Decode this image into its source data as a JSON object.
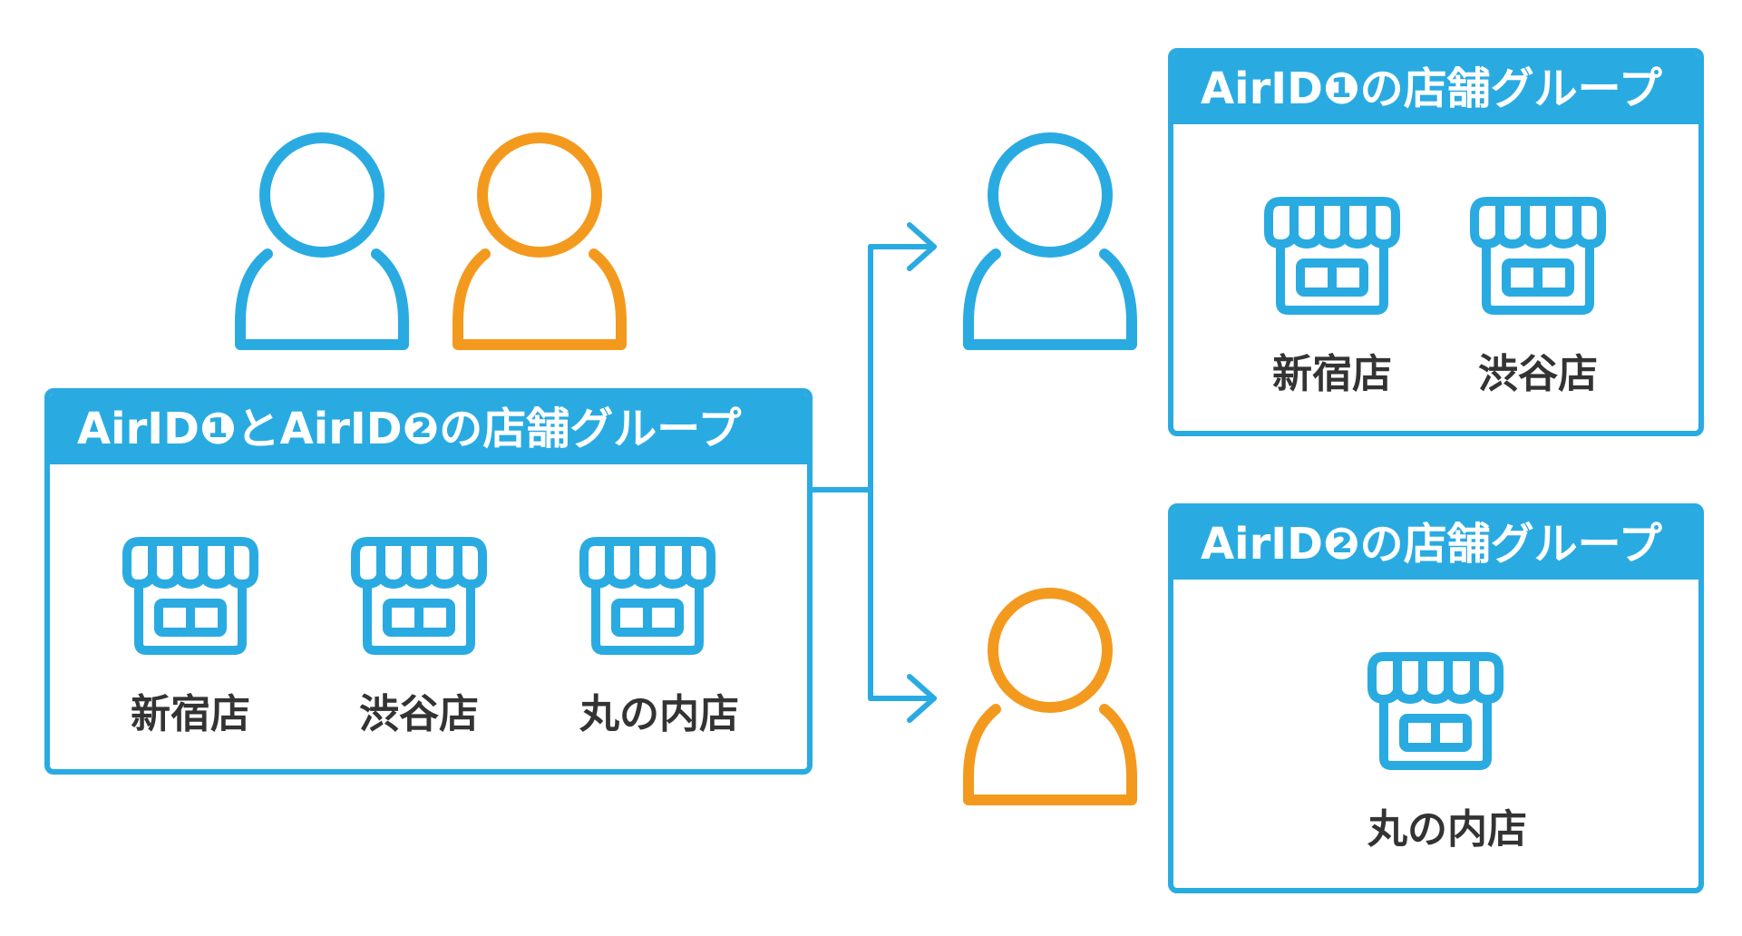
{
  "colors": {
    "id1": "#29abe2",
    "id2": "#f39a1e",
    "label_text": "#333333",
    "header_text": "#ffffff"
  },
  "combined_group": {
    "title": "AirID❶とAirID❷の店舗グループ",
    "stores": [
      "新宿店",
      "渋谷店",
      "丸の内店"
    ]
  },
  "group_id1": {
    "title": "AirID❶の店舗グループ",
    "stores": [
      "新宿店",
      "渋谷店"
    ]
  },
  "group_id2": {
    "title": "AirID❷の店舗グループ",
    "stores": [
      "丸の内店"
    ]
  },
  "icons": {
    "user": "user-icon",
    "store": "store-icon",
    "arrow": "arrow-right-icon"
  }
}
